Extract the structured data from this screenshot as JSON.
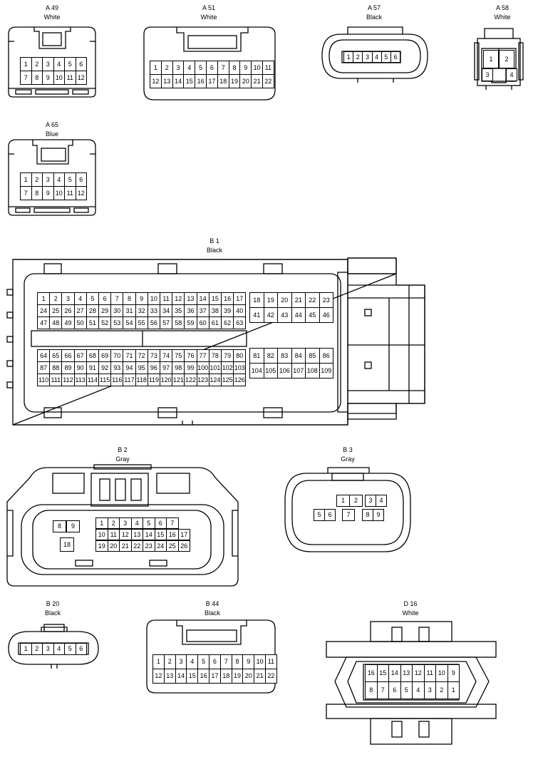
{
  "connectors": {
    "a49": {
      "id": "A 49",
      "color": "White",
      "rows": [
        [
          "1",
          "2",
          "3",
          "4",
          "5",
          "6"
        ],
        [
          "7",
          "8",
          "9",
          "10",
          "11",
          "12"
        ]
      ]
    },
    "a51": {
      "id": "A 51",
      "color": "White",
      "rows": [
        [
          "1",
          "2",
          "3",
          "4",
          "5",
          "6",
          "7",
          "8",
          "9",
          "10",
          "11"
        ],
        [
          "12",
          "13",
          "14",
          "15",
          "16",
          "17",
          "18",
          "19",
          "20",
          "21",
          "22"
        ]
      ]
    },
    "a57": {
      "id": "A 57",
      "color": "Black",
      "rows": [
        [
          "1",
          "2",
          "3",
          "4",
          "5",
          "6"
        ]
      ]
    },
    "a58": {
      "id": "A 58",
      "color": "White",
      "pins": [
        "1",
        "2",
        "3",
        "4"
      ]
    },
    "a65": {
      "id": "A 65",
      "color": "Blue",
      "rows": [
        [
          "1",
          "2",
          "3",
          "4",
          "5",
          "6"
        ],
        [
          "7",
          "8",
          "9",
          "10",
          "11",
          "12"
        ]
      ]
    },
    "b1": {
      "id": "B 1",
      "color": "Black",
      "left_top": [
        [
          "1",
          "2",
          "3",
          "4",
          "5",
          "6",
          "7",
          "8",
          "9",
          "10",
          "11",
          "12",
          "13",
          "14",
          "15",
          "16",
          "17"
        ],
        [
          "24",
          "25",
          "26",
          "27",
          "28",
          "29",
          "30",
          "31",
          "32",
          "33",
          "34",
          "35",
          "36",
          "37",
          "38",
          "39",
          "40"
        ],
        [
          "47",
          "48",
          "49",
          "50",
          "51",
          "52",
          "53",
          "54",
          "55",
          "56",
          "57",
          "58",
          "59",
          "60",
          "61",
          "62",
          "63"
        ]
      ],
      "right_top": [
        [
          "18",
          "19",
          "20",
          "21",
          "22",
          "23"
        ],
        [
          "41",
          "42",
          "43",
          "44",
          "45",
          "46"
        ]
      ],
      "left_bottom": [
        [
          "64",
          "65",
          "66",
          "67",
          "68",
          "69",
          "70",
          "71",
          "72",
          "73",
          "74",
          "75",
          "76",
          "77",
          "78",
          "79",
          "80"
        ],
        [
          "87",
          "88",
          "89",
          "90",
          "91",
          "92",
          "93",
          "94",
          "95",
          "96",
          "97",
          "98",
          "99",
          "100",
          "101",
          "102",
          "103"
        ],
        [
          "110",
          "111",
          "112",
          "113",
          "114",
          "115",
          "116",
          "117",
          "118",
          "119",
          "120",
          "121",
          "122",
          "123",
          "124",
          "125",
          "126"
        ]
      ],
      "right_bottom": [
        [
          "81",
          "82",
          "83",
          "84",
          "85",
          "86"
        ],
        [
          "104",
          "105",
          "106",
          "107",
          "108",
          "109"
        ]
      ]
    },
    "b2": {
      "id": "B 2",
      "color": "Gray",
      "small": [
        "8",
        "9",
        "18"
      ],
      "rows": [
        [
          "1",
          "2",
          "3",
          "4",
          "5",
          "6",
          "7"
        ],
        [
          "10",
          "11",
          "12",
          "13",
          "14",
          "15",
          "16",
          "17"
        ],
        [
          "19",
          "20",
          "21",
          "22",
          "23",
          "24",
          "25",
          "26"
        ]
      ]
    },
    "b3": {
      "id": "B 3",
      "color": "Gray",
      "pins": [
        "1",
        "2",
        "3",
        "4",
        "5",
        "6",
        "7",
        "8",
        "9"
      ]
    },
    "b20": {
      "id": "B 20",
      "color": "Black",
      "rows": [
        [
          "1",
          "2",
          "3",
          "4",
          "5",
          "6"
        ]
      ]
    },
    "b44": {
      "id": "B 44",
      "color": "Black",
      "rows": [
        [
          "1",
          "2",
          "3",
          "4",
          "5",
          "6",
          "7",
          "8",
          "9",
          "10",
          "11"
        ],
        [
          "12",
          "13",
          "14",
          "15",
          "16",
          "17",
          "18",
          "19",
          "20",
          "21",
          "22"
        ]
      ]
    },
    "d16": {
      "id": "D 16",
      "color": "White",
      "rows": [
        [
          "16",
          "15",
          "14",
          "13",
          "12",
          "11",
          "10",
          "9"
        ],
        [
          "8",
          "7",
          "6",
          "5",
          "4",
          "3",
          "2",
          "1"
        ]
      ]
    }
  }
}
